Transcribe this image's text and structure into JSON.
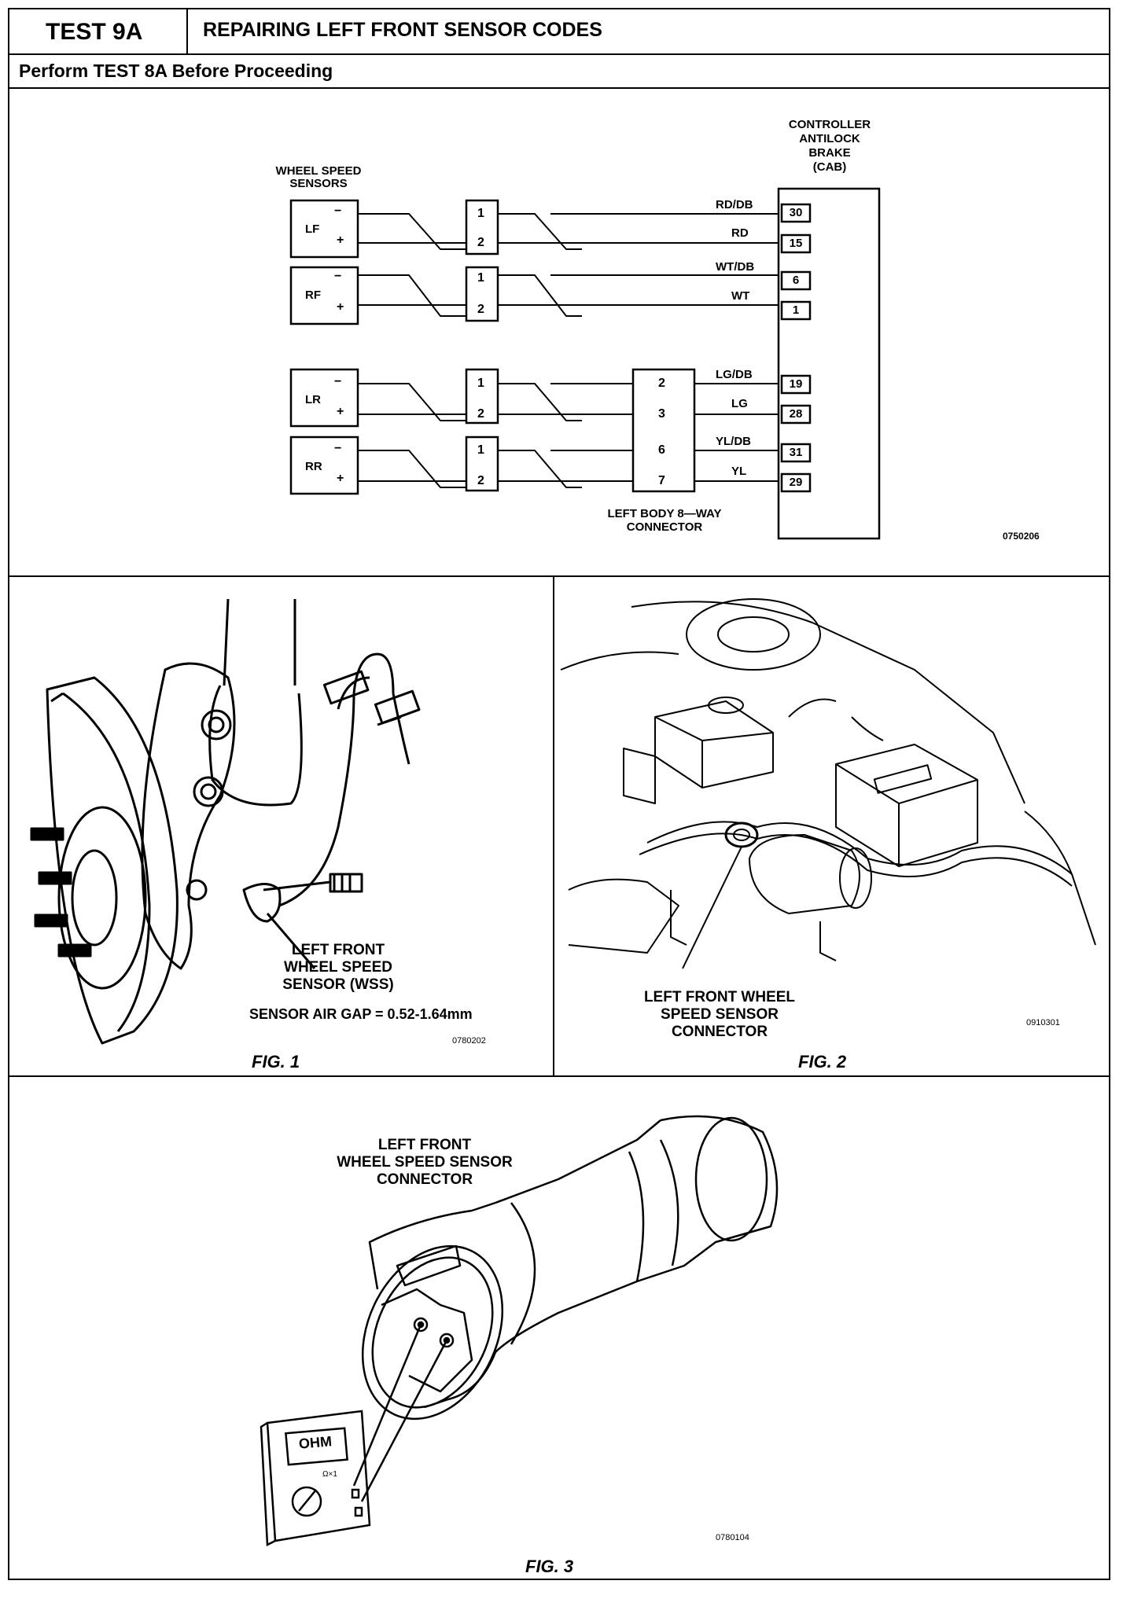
{
  "header": {
    "test_id": "TEST 9A",
    "title": "REPAIRING LEFT FRONT SENSOR CODES",
    "subtitle": "Perform TEST 8A Before Proceeding"
  },
  "wiring": {
    "sensors_label_line1": "WHEEL SPEED",
    "sensors_label_line2": "SENSORS",
    "cab_label_line1": "CONTROLLER",
    "cab_label_line2": "ANTILOCK",
    "cab_label_line3": "BRAKE",
    "cab_label_line4": "(CAB)",
    "sensors": [
      {
        "name": "LF",
        "wires": [
          {
            "color": "RD/DB",
            "pin": "30"
          },
          {
            "color": "RD",
            "pin": "15"
          }
        ]
      },
      {
        "name": "RF",
        "wires": [
          {
            "color": "WT/DB",
            "pin": "6"
          },
          {
            "color": "WT",
            "pin": "1"
          }
        ]
      },
      {
        "name": "LR",
        "wires": [
          {
            "color": "LG/DB",
            "pin": "19"
          },
          {
            "color": "LG",
            "pin": "28"
          }
        ]
      },
      {
        "name": "RR",
        "wires": [
          {
            "color": "YL/DB",
            "pin": "31"
          },
          {
            "color": "YL",
            "pin": "29"
          }
        ]
      }
    ],
    "minus_sign": "−",
    "plus_sign": "+",
    "inline_pins": [
      "1",
      "2"
    ],
    "body_connector_pins": [
      "2",
      "3",
      "6",
      "7"
    ],
    "body_connector_label_line1": "LEFT BODY 8—WAY",
    "body_connector_label_line2": "CONNECTOR",
    "figure_code": "0750206"
  },
  "fig1": {
    "callout_line1": "LEFT FRONT",
    "callout_line2": "WHEEL SPEED",
    "callout_line3": "SENSOR (WSS)",
    "air_gap": "SENSOR AIR GAP = 0.52-1.64mm",
    "code": "0780202",
    "caption": "FIG. 1"
  },
  "fig2": {
    "callout_line1": "LEFT FRONT WHEEL",
    "callout_line2": "SPEED SENSOR",
    "callout_line3": "CONNECTOR",
    "code": "0910301",
    "caption": "FIG. 2"
  },
  "fig3": {
    "callout_line1": "LEFT FRONT",
    "callout_line2": "WHEEL SPEED SENSOR",
    "callout_line3": "CONNECTOR",
    "meter_display": "OHM",
    "meter_range": "Ω×1",
    "code": "0780104",
    "caption": "FIG. 3"
  },
  "colors": {
    "ink": "#000000",
    "paper": "#ffffff"
  },
  "icons": [
    "ohm-meter-icon",
    "wheel-hub-illustration",
    "engine-bay-illustration",
    "connector-illustration"
  ]
}
